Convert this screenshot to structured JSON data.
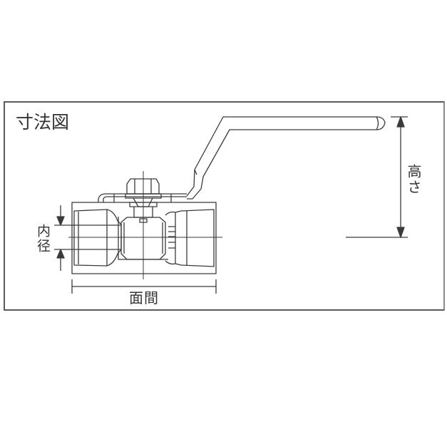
{
  "diagram": {
    "title": "寸法図",
    "subject": "ball-valve",
    "labels": {
      "inner_diameter": "内径",
      "face_to_face": "面間",
      "height": "高さ"
    },
    "colors": {
      "line": "#3a3a3a",
      "frame": "#5a5a5a",
      "text": "#333333",
      "background": "#ffffff"
    }
  }
}
